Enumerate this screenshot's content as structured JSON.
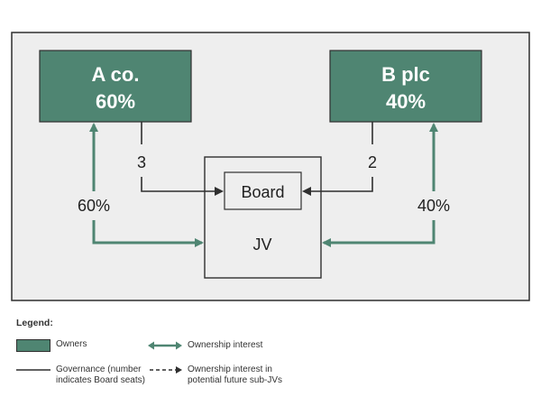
{
  "colors": {
    "owner_fill": "#4f8572",
    "ownership_line": "#4f8572",
    "governance_line": "#2f2f2f",
    "panel_bg": "#eeeeee"
  },
  "diagram": {
    "owner_a": {
      "name": "A co.",
      "share": "60%"
    },
    "owner_b": {
      "name": "B plc",
      "share": "40%"
    },
    "jv": {
      "label": "JV"
    },
    "board": {
      "label": "Board"
    },
    "governance_a": {
      "seats": "3"
    },
    "governance_b": {
      "seats": "2"
    },
    "ownership_a": {
      "label": "60%"
    },
    "ownership_b": {
      "label": "40%"
    }
  },
  "legend": {
    "title": "Legend:",
    "owners": "Owners",
    "ownership": "Ownership interest",
    "governance_line1": "Governance (number",
    "governance_line2": "indicates Board seats)",
    "future_line1": "Ownership interest in",
    "future_line2": "potential future sub-JVs"
  }
}
